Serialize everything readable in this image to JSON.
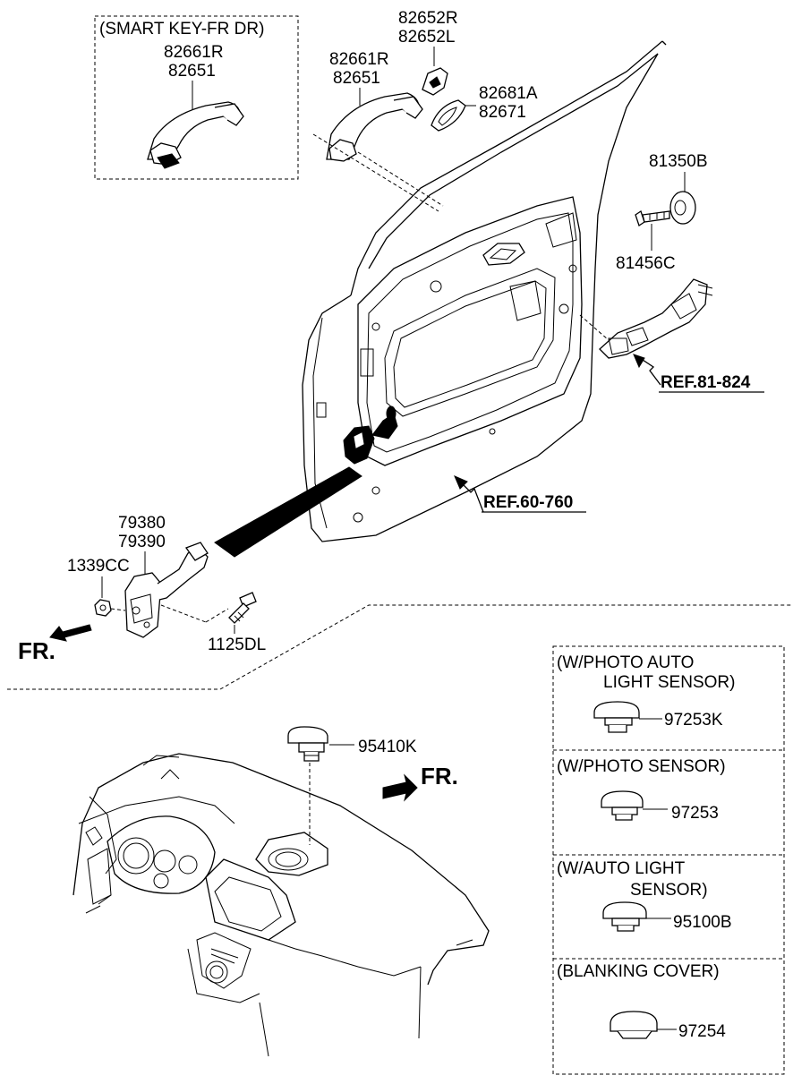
{
  "diagram": {
    "labels": {
      "smart_key_group": "(SMART KEY-FR DR)",
      "handle_a_line1": "82661R",
      "handle_a_line2": "82651",
      "handle_b_line1": "82661R",
      "handle_b_line2": "82651",
      "cover_line1": "82652R",
      "cover_line2": "82652L",
      "gasket_line1": "82681A",
      "gasket_line2": "82671",
      "cap_part": "81350B",
      "screw_part": "81456C",
      "ref_latch": "REF.81-824",
      "ref_door": "REF.60-760",
      "checker_line1": "79380",
      "checker_line2": "79390",
      "nut_part": "1339CC",
      "bolt_part": "1125DL",
      "fr_door": "FR.",
      "sensor_part": "95410K",
      "fr_dash": "FR.",
      "opt1_title_line1": "(W/PHOTO  AUTO",
      "opt1_title_line2": "LIGHT SENSOR)",
      "opt1_part": "97253K",
      "opt2_title": "(W/PHOTO SENSOR)",
      "opt2_part": "97253",
      "opt3_title_line1": "(W/AUTO LIGHT",
      "opt3_title_line2": "SENSOR)",
      "opt3_part": "95100B",
      "opt4_title": "(BLANKING COVER)",
      "opt4_part": "97254"
    }
  }
}
